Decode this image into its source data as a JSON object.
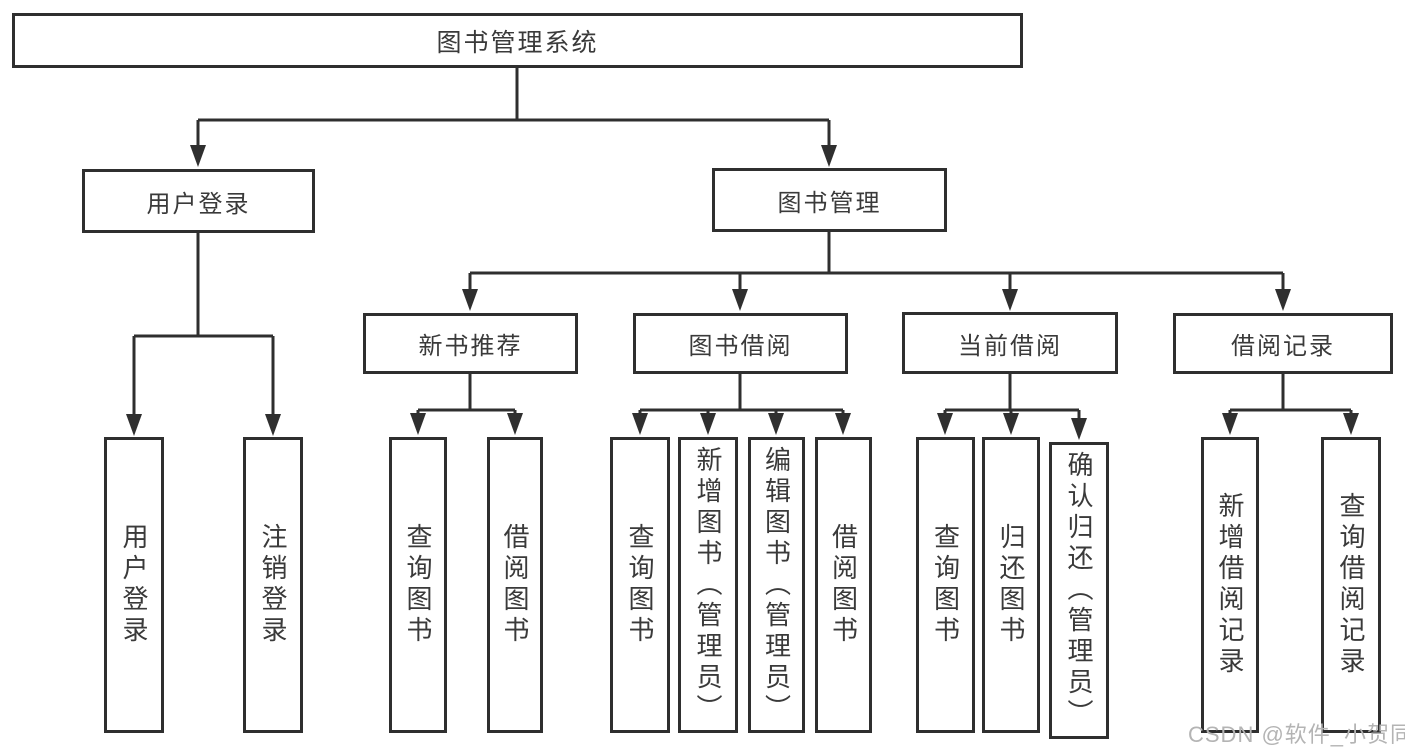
{
  "tree": {
    "root": "图书管理系统",
    "branches": [
      {
        "label": "用户登录",
        "children": [
          "用户登录",
          "注销登录"
        ]
      },
      {
        "label": "图书管理",
        "groups": [
          {
            "label": "新书推荐",
            "children": [
              "查询图书",
              "借阅图书"
            ]
          },
          {
            "label": "图书借阅",
            "children": [
              "查询图书",
              "新增图书（管理员）",
              "编辑图书（管理员）",
              "借阅图书"
            ]
          },
          {
            "label": "当前借阅",
            "children": [
              "查询图书",
              "归还图书",
              "确认归还（管理员）"
            ]
          },
          {
            "label": "借阅记录",
            "children": [
              "新增借阅记录",
              "查询借阅记录"
            ]
          }
        ]
      }
    ]
  },
  "watermark": {
    "text": "CSDN @软件_小贺同学"
  },
  "colors": {
    "line": "#2f2f2f",
    "text": "#3a3a3a",
    "watermark": "#b4b4b4",
    "background": "#ffffff"
  }
}
